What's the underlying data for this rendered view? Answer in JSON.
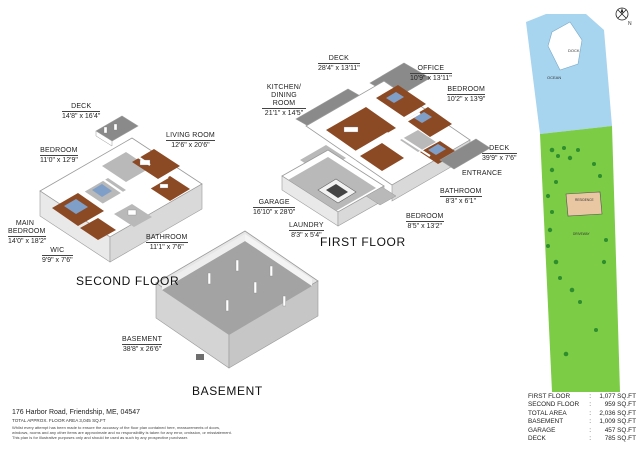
{
  "floors": {
    "second": "SECOND FLOOR",
    "first": "FIRST FLOOR",
    "basement": "BASEMENT"
  },
  "rooms": [
    {
      "id": "deck-second",
      "name": "DECK",
      "dims": "14'8\" x 16'4\""
    },
    {
      "id": "living-room",
      "name": "LIVING ROOM",
      "dims": "12'6\" x 20'6\""
    },
    {
      "id": "bedroom-second",
      "name": "BEDROOM",
      "dims": "11'0\" x 12'9\""
    },
    {
      "id": "main-bedroom",
      "name": "MAIN BEDROOM",
      "dims": "14'0\" x 18'2\""
    },
    {
      "id": "wic",
      "name": "WIC",
      "dims": "9'9\" x 7'6\""
    },
    {
      "id": "bathroom-second",
      "name": "BATHROOM",
      "dims": "11'1\" x 7'6\""
    },
    {
      "id": "deck-first-top",
      "name": "DECK",
      "dims": "28'4\" x 13'11\""
    },
    {
      "id": "office",
      "name": "OFFICE",
      "dims": "10'9\" x 13'11\""
    },
    {
      "id": "kitchen-dining",
      "name": "KITCHEN/ DINING ROOM",
      "dims": "21'1\" x 14'5\""
    },
    {
      "id": "bedroom-first-top",
      "name": "BEDROOM",
      "dims": "10'2\" x 13'9\""
    },
    {
      "id": "deck-first-right",
      "name": "DECK",
      "dims": "39'9\" x 7'6\""
    },
    {
      "id": "entrance",
      "name": "ENTRANCE",
      "dims": ""
    },
    {
      "id": "bathroom-first",
      "name": "BATHROOM",
      "dims": "8'3\" x 6'1\""
    },
    {
      "id": "bedroom-first-bottom",
      "name": "BEDROOM",
      "dims": "8'5\" x 13'2\""
    },
    {
      "id": "garage",
      "name": "GARAGE",
      "dims": "16'10\" x 28'0\""
    },
    {
      "id": "laundry",
      "name": "LAUNDRY",
      "dims": "8'3\" x 5'4\""
    },
    {
      "id": "basement-room",
      "name": "BASEMENT",
      "dims": "38'8\" x 26'6\""
    }
  ],
  "site_plan": {
    "dock": "DOCK",
    "ocean": "OCEAN",
    "residence": "RESIDENCE",
    "driveway": "DRIVEWAY",
    "compass": "N"
  },
  "footer": {
    "address": "176 Harbor Road, Friendship, ME, 04547",
    "total_approx": "TOTAL APPROX. FLOOR AREA 3,045 SQ.FT",
    "disclaimer": [
      "Whilst every attempt has been made to ensure the accuracy of the floor plan contained here, measurements of doors,",
      "windows, rooms and any other items are approximate and no responsibility is taken for any error, omission, or misstatement.",
      "This plan is for illustrative purposes only and should be used as such by any prospective purchaser."
    ]
  },
  "areas": [
    {
      "label": "FIRST FLOOR",
      "value": "1,077 SQ.FT"
    },
    {
      "label": "SECOND FLOOR",
      "value": "959 SQ.FT"
    },
    {
      "label": "TOTAL AREA",
      "value": "2,036 SQ.FT"
    },
    {
      "label": "BASEMENT",
      "value": "1,009 SQ.FT"
    },
    {
      "label": "GARAGE",
      "value": "457 SQ.FT"
    },
    {
      "label": "DECK",
      "value": "785 SQ.FT"
    }
  ],
  "colors": {
    "wall": "#ffffff",
    "wall_edge": "#9a9a9a",
    "floor_wood": "#8c4a24",
    "floor_grey": "#b9b9b9",
    "basement_floor": "#a3a3a3",
    "deck": "#8a8a8a",
    "bed": "#7f9fc8",
    "ocean": "#a7d4ef",
    "land": "#7ccc46",
    "tree": "#2e8e2e",
    "residence": "#e8c7a2"
  }
}
